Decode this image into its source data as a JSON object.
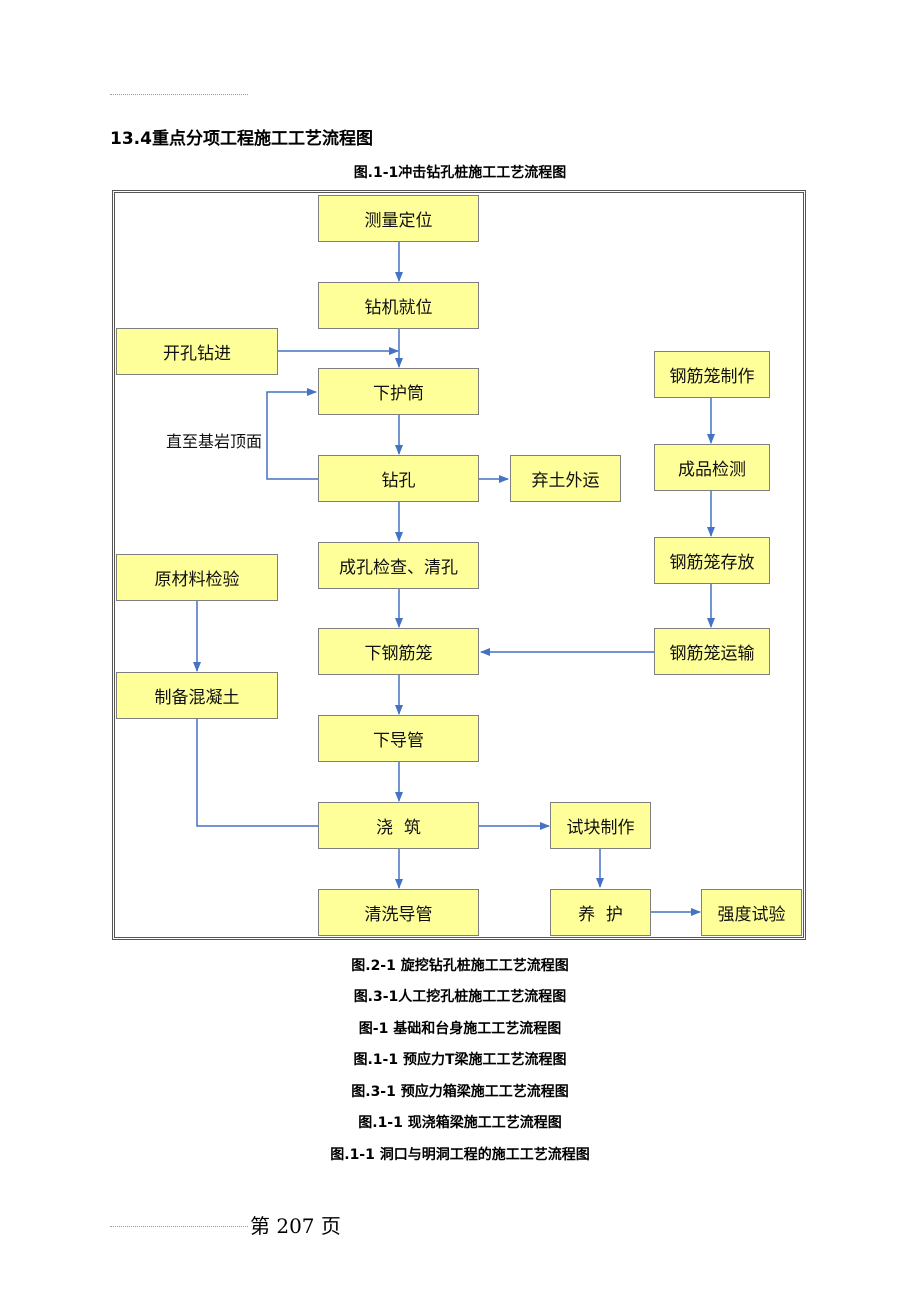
{
  "section_title": "13.4重点分项工程施工工艺流程图",
  "figure_caption": "图.1-1冲击钻孔桩施工工艺流程图",
  "flowchart": {
    "steps": {
      "survey": "测量定位",
      "rig_position": "钻机就位",
      "open_hole": "开孔钻进",
      "casing": "下护筒",
      "bedrock_note": "直至基岩顶面",
      "drilling": "钻孔",
      "spoil": "弃土外运",
      "hole_check": "成孔检查、清孔",
      "cage_lowering": "下钢筋笼",
      "tremie": "下导管",
      "pouring": "浇  筑",
      "clean_tremie": "清洗导管",
      "material_test": "原材料检验",
      "concrete_prep": "制备混凝土",
      "cage_make": "钢筋笼制作",
      "product_check": "成品检测",
      "cage_store": "钢筋笼存放",
      "cage_transport": "钢筋笼运输",
      "sample_make": "试块制作",
      "curing": "养  护",
      "strength_test": "强度试验"
    }
  },
  "other_captions": [
    "图.2-1 旋挖钻孔桩施工工艺流程图",
    "图.3-1人工挖孔桩施工工艺流程图",
    "图-1 基础和台身施工工艺流程图",
    "图.1-1 预应力T梁施工工艺流程图",
    "图.3-1 预应力箱梁施工工艺流程图",
    "图.1-1 现浇箱梁施工工艺流程图",
    "图.1-1 洞口与明洞工程的施工工艺流程图"
  ],
  "footer": {
    "page_label": "第 207 页"
  },
  "colors": {
    "box_fill": "#ffff99",
    "arrow": "#4472c4"
  }
}
